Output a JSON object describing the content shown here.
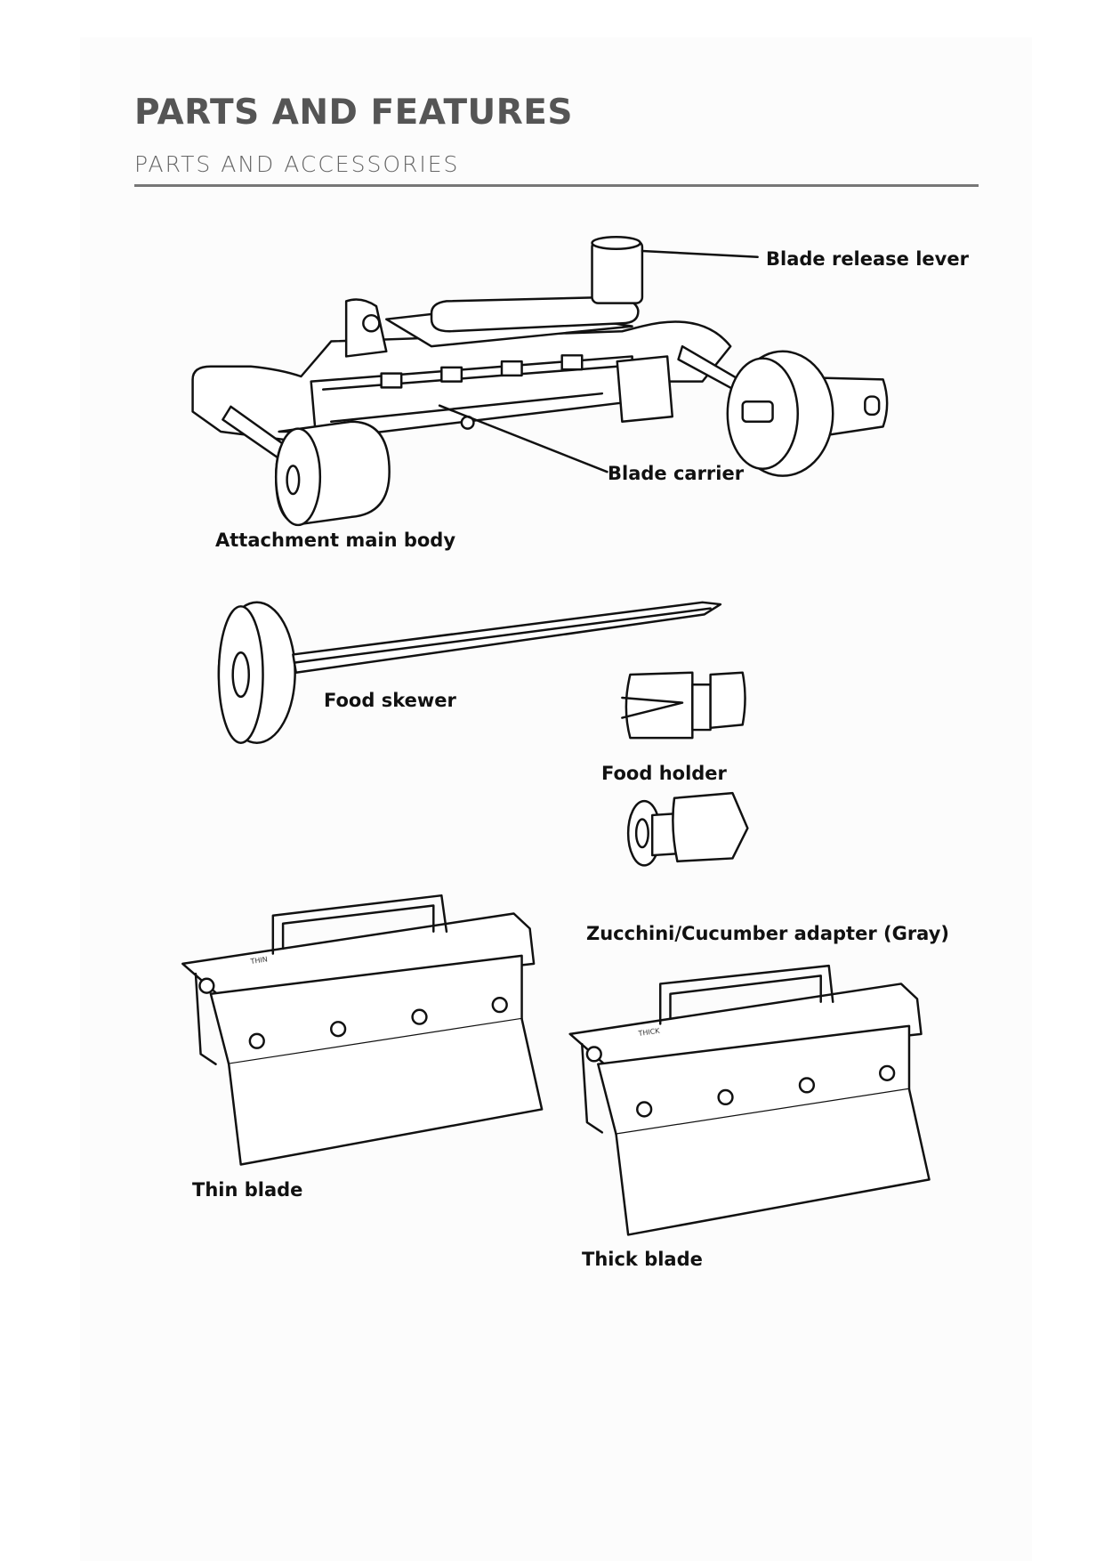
{
  "header": {
    "title": "PARTS AND FEATURES",
    "subtitle": "PARTS AND ACCESSORIES"
  },
  "labels": {
    "blade_release_lever": "Blade release lever",
    "blade_carrier": "Blade carrier",
    "attachment_main_body": "Attachment main body",
    "food_skewer": "Food skewer",
    "food_holder": "Food holder",
    "zucchini_adapter": "Zucchini/Cucumber adapter (Gray)",
    "thin_blade": "Thin blade",
    "thick_blade": "Thick blade"
  },
  "blade_marks": {
    "thin": "THIN",
    "thick": "THICK"
  }
}
